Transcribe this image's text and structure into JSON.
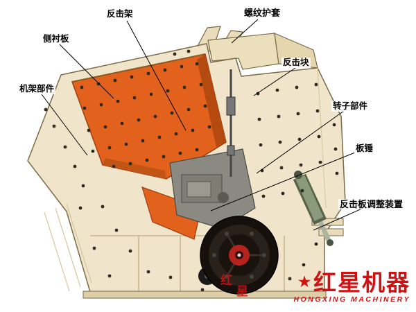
{
  "diagram": {
    "labels": {
      "impact_frame": "反击架",
      "threaded_sleeve": "螺纹护套",
      "side_liner": "侧衬板",
      "impact_block": "反击块",
      "frame_parts": "机架部件",
      "rotor_parts": "转子部件",
      "blow_bar": "板锤",
      "impact_plate_adjuster": "反击板调整装置"
    },
    "colors": {
      "body": "#f0e5ca",
      "body_shade": "#e4d5ae",
      "lining_orange": "#e2611c",
      "lining_dark": "#b44a10",
      "rotor": "#1b140e",
      "rotor_hub": "#b5231f",
      "cylinder": "#7f8f72",
      "watermark_red": "#d01212"
    },
    "watermark": {
      "star": "★",
      "cn": "红星机器",
      "en": "HONGXING MACHINERY"
    },
    "watermark_partial": {
      "char1": "红",
      "char2": "星"
    }
  }
}
